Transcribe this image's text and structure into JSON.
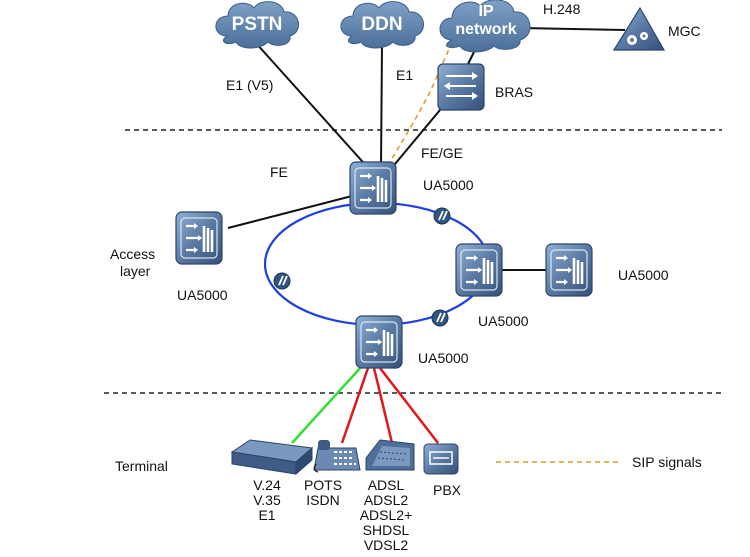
{
  "clouds": {
    "pstn": "PSTN",
    "ddn": "DDN",
    "ip_line1": "IP",
    "ip_line2": "network"
  },
  "links": {
    "pstn_link": "E1 (V5)",
    "ddn_link": "E1",
    "mgc_link": "H.248",
    "bras_link": "FE/GE",
    "access_link": "FE"
  },
  "devices": {
    "mgc": "MGC",
    "bras": "BRAS",
    "ua_center": "UA5000",
    "ua_left": "UA5000",
    "ua_right": "UA5000",
    "ua_far_right": "UA5000",
    "ua_bottom": "UA5000"
  },
  "layers": {
    "access_line1": "Access",
    "access_line2": "layer",
    "terminal": "Terminal"
  },
  "terminals": {
    "modem_lines": [
      "V.24",
      "V.35",
      "E1"
    ],
    "phone_lines": [
      "POTS",
      "ISDN"
    ],
    "dsl_lines": [
      "ADSL",
      "ADSL2",
      "ADSL2+",
      "SHDSL",
      "VDSL2"
    ],
    "pbx": "PBX"
  },
  "legend": {
    "sip": "SIP signals"
  },
  "colors": {
    "cloud": "#5b83ae",
    "device": "#5a7aa3",
    "ring": "#1f3fe0",
    "green_link": "#33dd33",
    "red_link": "#e01818",
    "sip_dash": "#e39a2e"
  }
}
